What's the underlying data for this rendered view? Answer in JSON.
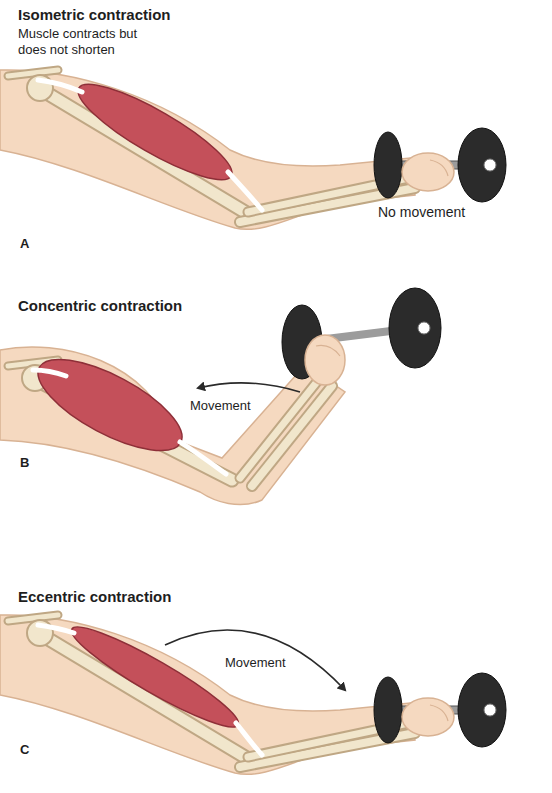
{
  "diagram": {
    "labels": [
      "Isometric contraction",
      "Muscle contracts but does not shorten",
      "A",
      "No movement",
      "Concentric contraction",
      "Movement",
      "B",
      "Eccentric contraction",
      "Movement",
      "C"
    ]
  }
}
